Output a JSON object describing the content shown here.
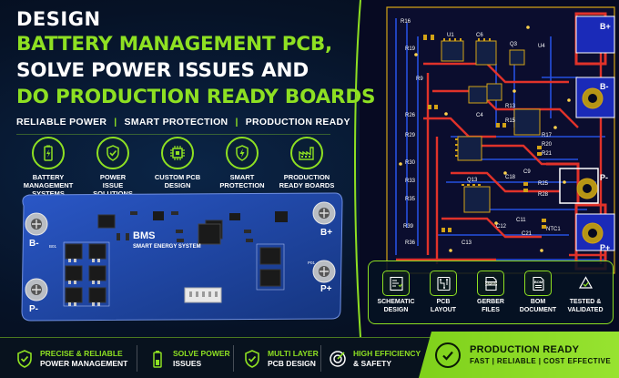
{
  "headline": {
    "line1": "DESIGN",
    "line2": "BATTERY MANAGEMENT PCB,",
    "line3": "SOLVE POWER ISSUES AND",
    "line4": "DO PRODUCTION READY BOARDS"
  },
  "tagline": {
    "items": [
      "RELIABLE POWER",
      "SMART PROTECTION",
      "PRODUCTION READY"
    ],
    "separator": "|"
  },
  "features": [
    {
      "icon": "battery-icon",
      "label": "BATTERY\nMANAGEMENT\nSYSTEMS"
    },
    {
      "icon": "shield-bolt-icon",
      "label": "POWER\nISSUE\nSOLUTIONS"
    },
    {
      "icon": "chip-icon",
      "label": "CUSTOM PCB\nDESIGN"
    },
    {
      "icon": "bolt-shield-icon",
      "label": "SMART\nPROTECTION"
    },
    {
      "icon": "factory-icon",
      "label": "PRODUCTION\nREADY BOARDS"
    }
  ],
  "board": {
    "title": "BMS",
    "subtitle": "SMART ENERGY SYSTEM",
    "pads": [
      "B-",
      "B+",
      "P-",
      "P+"
    ],
    "small_labels": [
      "B01",
      "P01"
    ]
  },
  "pcb_layout": {
    "pads": [
      "B+",
      "B-",
      "P-",
      "P+"
    ],
    "refs": [
      "R16",
      "U1",
      "C6",
      "Q3",
      "U4",
      "R19",
      "R9",
      "R26",
      "C4",
      "R13",
      "R15",
      "R17",
      "R20",
      "R21",
      "C9",
      "Q13",
      "R25",
      "R28",
      "C11",
      "C18",
      "C12",
      "R29",
      "R39",
      "R30",
      "R33",
      "R35",
      "R36",
      "C21",
      "C13",
      "NTC1"
    ]
  },
  "deliverables": [
    {
      "icon": "schematic-icon",
      "label": "SCHEMATIC\nDESIGN"
    },
    {
      "icon": "pcb-layout-icon",
      "label": "PCB\nLAYOUT"
    },
    {
      "icon": "gerber-file-icon",
      "label": "GERBER\nFILES",
      "badge": "GERBER"
    },
    {
      "icon": "bom-document-icon",
      "label": "BOM\nDOCUMENT",
      "badge": "BOM"
    },
    {
      "icon": "recycle-check-icon",
      "label": "TESTED &\nVALIDATED"
    }
  ],
  "bottom": [
    {
      "icon": "shield-check-icon",
      "line1": "PRECISE & RELIABLE",
      "line2": "POWER MANAGEMENT"
    },
    {
      "icon": "battery-icon",
      "line1": "SOLVE POWER",
      "line2": "ISSUES"
    },
    {
      "icon": "shield-check-icon",
      "line1": "MULTI LAYER",
      "line2": "PCB DESIGN"
    },
    {
      "icon": "target-icon",
      "line1": "HIGH EFFICIENCY",
      "line2": "& SAFETY"
    }
  ],
  "production": {
    "title": "PRODUCTION READY",
    "subtitle": "FAST | RELIABLE | COST EFFECTIVE"
  },
  "colors": {
    "accent": "#8ee022",
    "background": "#05101f",
    "pcb_trace": "#e0322a",
    "pcb_trace_blue": "#2a5cff",
    "board_blue": "#1c3f9e"
  }
}
